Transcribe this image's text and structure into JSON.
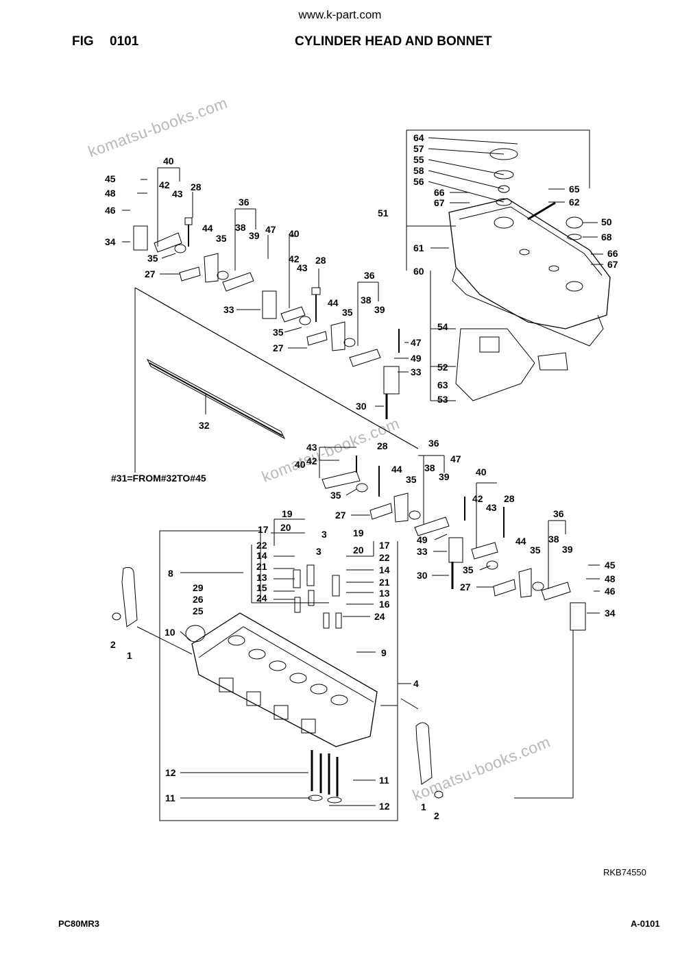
{
  "header": {
    "site": "www.k-part.com",
    "fig_label": "FIG",
    "fig_number": "0101",
    "title": "CYLINDER HEAD AND BONNET"
  },
  "watermarks": [
    "komatsu-books.com",
    "komatsu-books.com",
    "komatsu-books.com"
  ],
  "note": "#31=FROM#32TO#45",
  "footer": {
    "drawing_ref": "RKB74550",
    "model": "PC80MR3",
    "page": "A-0101"
  },
  "part_labels": [
    "64",
    "57",
    "55",
    "58",
    "56",
    "66",
    "67",
    "65",
    "62",
    "51",
    "50",
    "68",
    "61",
    "66",
    "67",
    "60",
    "54",
    "52",
    "63",
    "53",
    "40",
    "45",
    "42",
    "48",
    "43",
    "28",
    "46",
    "34",
    "35",
    "27",
    "36",
    "38",
    "39",
    "47",
    "44",
    "35",
    "33",
    "40",
    "42",
    "43",
    "28",
    "35",
    "27",
    "36",
    "38",
    "39",
    "44",
    "35",
    "47",
    "49",
    "33",
    "30",
    "32",
    "43",
    "42",
    "40",
    "28",
    "44",
    "35",
    "35",
    "27",
    "36",
    "38",
    "39",
    "47",
    "49",
    "33",
    "40",
    "42",
    "43",
    "28",
    "30",
    "27",
    "35",
    "44",
    "35",
    "36",
    "38",
    "39",
    "45",
    "48",
    "46",
    "34",
    "19",
    "20",
    "17",
    "22",
    "14",
    "21",
    "13",
    "15",
    "24",
    "3",
    "19",
    "20",
    "17",
    "22",
    "14",
    "21",
    "13",
    "16",
    "24",
    "3",
    "8",
    "29",
    "26",
    "25",
    "10",
    "9",
    "4",
    "2",
    "1",
    "12",
    "11",
    "11",
    "12",
    "1",
    "2"
  ]
}
